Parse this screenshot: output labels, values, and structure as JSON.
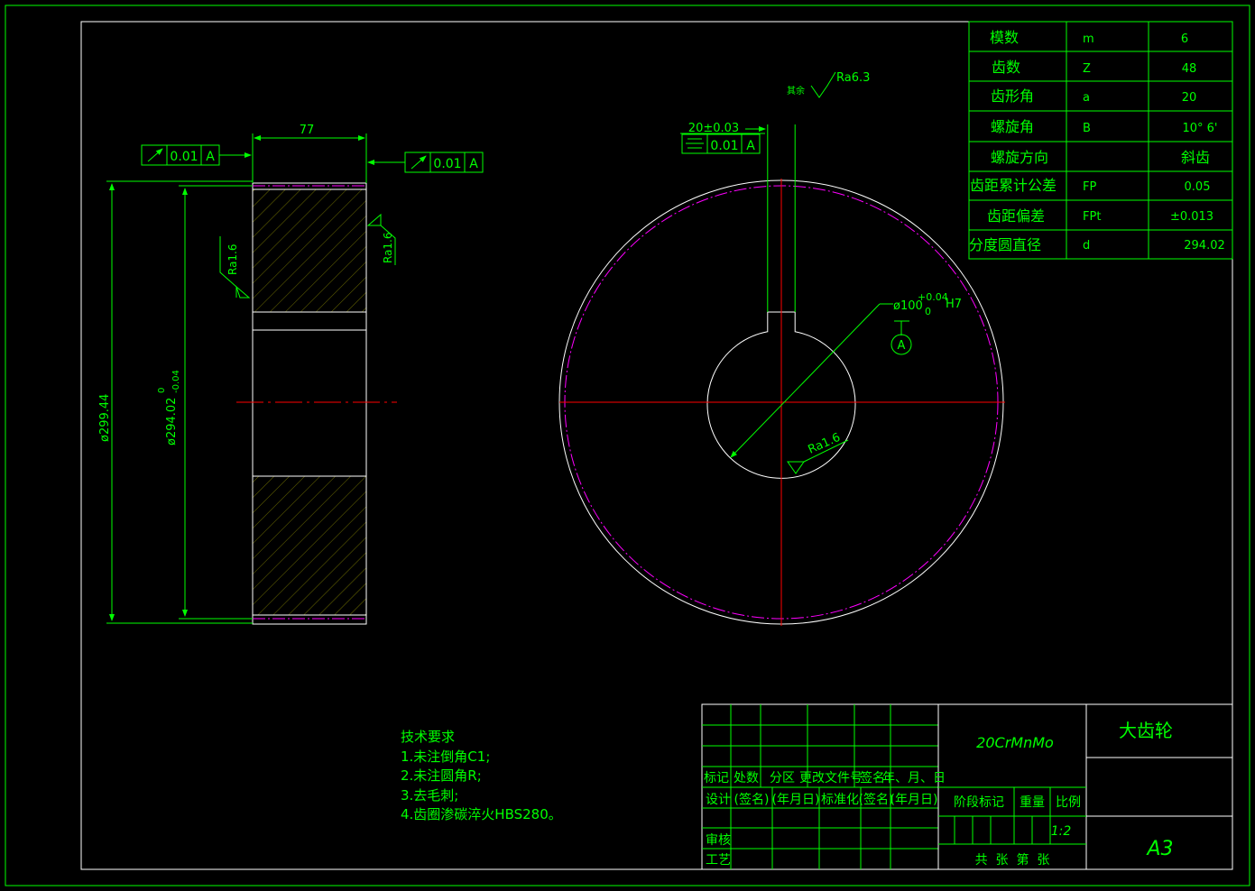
{
  "gear_params": [
    {
      "name": "模数",
      "symbol": "m",
      "value": "6"
    },
    {
      "name": "齿数",
      "symbol": "Z",
      "value": "48"
    },
    {
      "name": "齿形角",
      "symbol": "a",
      "value": "20"
    },
    {
      "name": "螺旋角",
      "symbol": "B",
      "value": "10° 6'"
    },
    {
      "name": "螺旋方向",
      "symbol": "",
      "value": "斜齿"
    },
    {
      "name": "齿距累计公差",
      "symbol": "FP",
      "value": "0.05"
    },
    {
      "name": "齿距偏差",
      "symbol": "FPt",
      "value": "±0.013"
    },
    {
      "name": "分度圆直径",
      "symbol": "d",
      "value": "294.02"
    }
  ],
  "side_view": {
    "width_dim": "77",
    "tol_value": "0.01",
    "datum": "A",
    "outer_dia": "ø299.44",
    "pitch_dia": "ø294.02",
    "pitch_tol_upper": "0",
    "pitch_tol_lower": "-0.04",
    "roughness": "Ra1.6"
  },
  "front_view": {
    "rest_label": "其余",
    "rest_roughness": "Ra6.3",
    "keyway_dim": "20±0.03",
    "sym_symbol": "⌯",
    "sym_value": "0.01",
    "sym_datum": "A",
    "bore_dia": "ø100",
    "bore_tol_upper": "+0.04",
    "bore_tol_lower": "0",
    "bore_fit": "H7",
    "datum": "A",
    "bore_roughness": "Ra1.6"
  },
  "tech_req": {
    "title": "技术要求",
    "items": [
      "1.未注倒角C1;",
      "2.未注圆角R;",
      "3.去毛刺;",
      "4.齿圈渗碳淬火HBS280。"
    ]
  },
  "title_block": {
    "material": "20CrMnMo",
    "part_name": "大齿轮",
    "sheet_size": "A3",
    "scale": "1:2",
    "row_labels": [
      "标记",
      "处数",
      "分区",
      "更改文件号",
      "签名",
      "年、月、日"
    ],
    "design_row": [
      "设计",
      "(签名)",
      "(年月日)",
      "标准化",
      "(签名)",
      "(年月日)"
    ],
    "stage_label": "阶段标记",
    "weight_label": "重量",
    "scale_label": "比例",
    "review_label": "审核",
    "process_label": "工艺",
    "sheet_count": "共  张  第  张"
  }
}
